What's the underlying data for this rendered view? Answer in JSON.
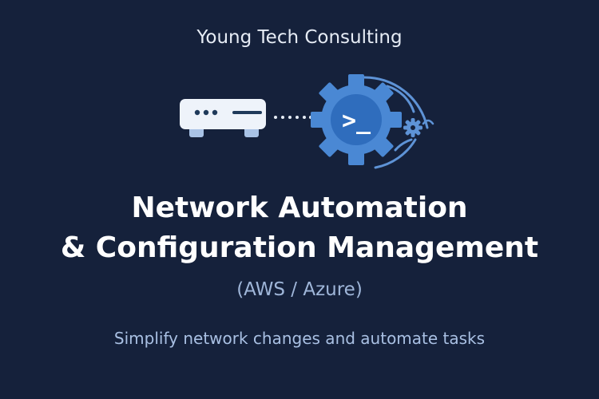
{
  "company": "Young Tech Consulting",
  "title_line1": "Network Automation",
  "title_line2": "& Configuration Management",
  "subtitle": "(AWS / Azure)",
  "tagline": "Simplify network changes and automate tasks",
  "terminal_prompt": ">_",
  "colors": {
    "background": "#15213b",
    "gear": "#4a88d4",
    "gear_inner": "#2f6dbd",
    "router": "#eef3fa",
    "accent": "#5e93d6"
  },
  "icons": [
    "router-icon",
    "gear-terminal-icon",
    "small-gear-icon"
  ]
}
